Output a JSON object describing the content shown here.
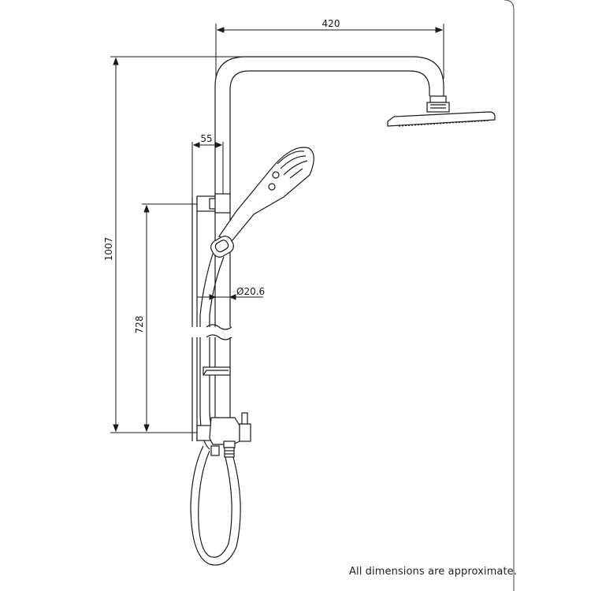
{
  "dimensions": {
    "arm_reach": "420",
    "overall_height": "1007",
    "wall_offset": "55",
    "rail_height": "728",
    "rail_diameter": "Ø20.6"
  },
  "footer_note": "All dimensions are approximate.",
  "colors": {
    "line": "#1a1a1a",
    "frame": "#444444",
    "background": "#ffffff"
  }
}
